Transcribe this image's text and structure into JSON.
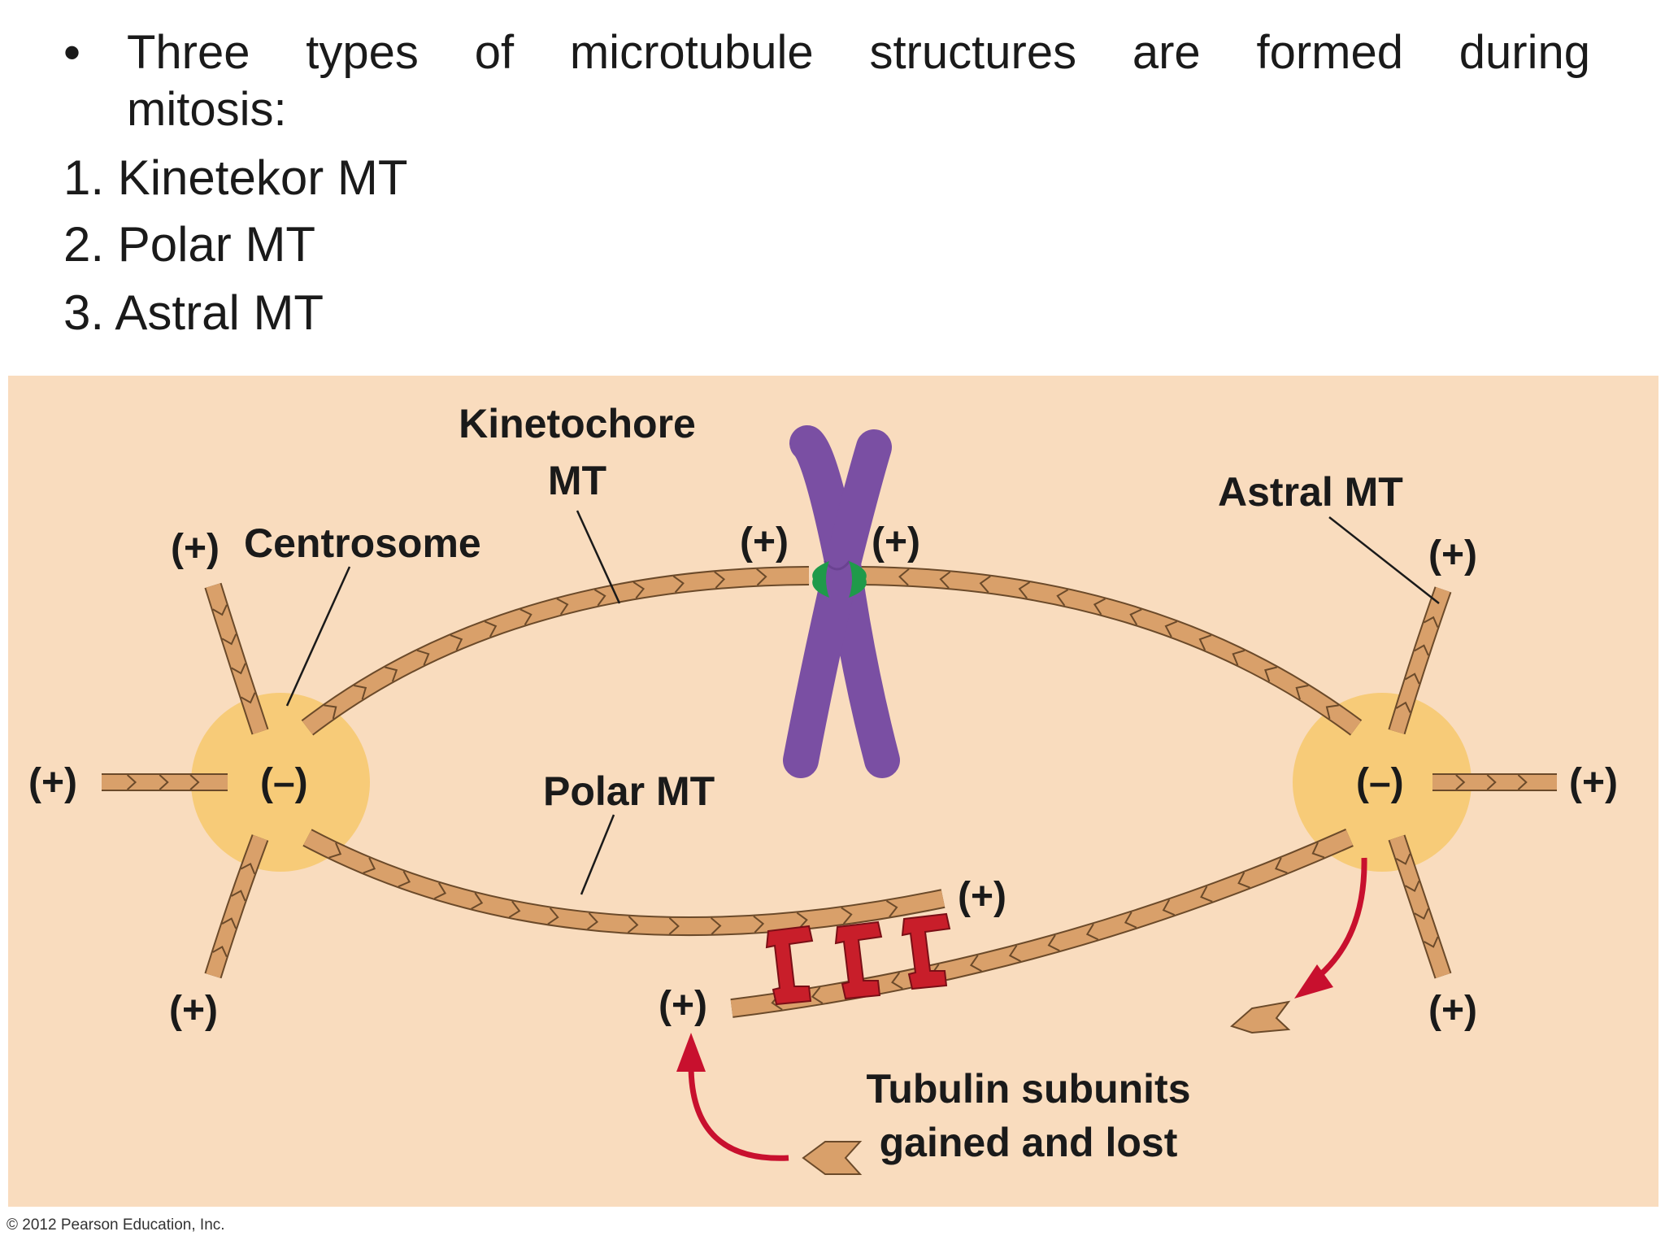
{
  "slide": {
    "bullet_line1": "Three types of microtubule structures are formed during",
    "bullet_line2": "mitosis:",
    "items": [
      "1. Kinetekor MT",
      "2. Polar MT",
      "3. Astral MT"
    ],
    "bullet_char": "•"
  },
  "diagram": {
    "label_kinetochore_line1": "Kinetochore",
    "label_kinetochore_line2": "MT",
    "label_centrosome": "Centrosome",
    "label_astral": "Astral MT",
    "label_polar": "Polar MT",
    "label_tubulin_line1": "Tubulin subunits",
    "label_tubulin_line2": "gained and lost",
    "plus": "(+)",
    "minus": "(–)",
    "colors": {
      "panel": "#f9dcbe",
      "centrosome": "#f7cb78",
      "microtubule": "#d9a06a",
      "microtubule_edge": "#6b4a2a",
      "chromosome": "#7a4fa3",
      "kinetochore": "#1f9a4a",
      "motor": "#c81e2a",
      "arrow": "#c8102e"
    }
  },
  "copyright": "© 2012 Pearson Education, Inc."
}
